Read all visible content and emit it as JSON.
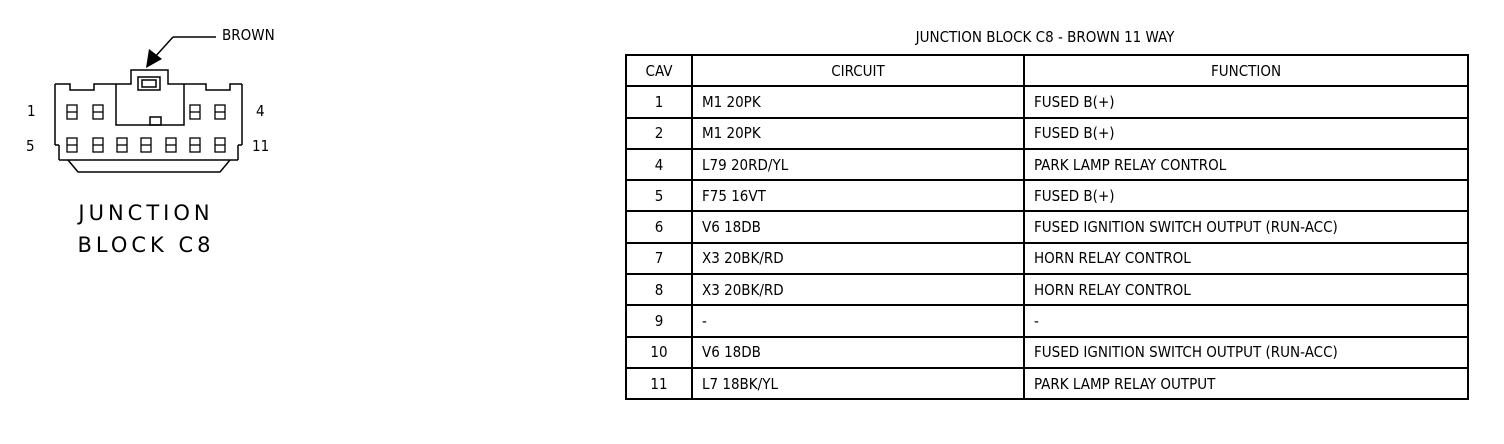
{
  "connector": {
    "color_tag": "BROWN",
    "title_line1": "JUNCTION",
    "title_line2": "BLOCK C8",
    "pin_labels": {
      "top_left": "1",
      "top_right": "4",
      "bottom_left": "5",
      "bottom_right": "11"
    }
  },
  "table": {
    "title": "JUNCTION BLOCK C8 - BROWN 11 WAY",
    "headers": {
      "cav": "CAV",
      "circuit": "CIRCUIT",
      "function": "FUNCTION"
    },
    "rows": [
      {
        "cav": "1",
        "circuit": "M1 20PK",
        "function": "FUSED B(+)"
      },
      {
        "cav": "2",
        "circuit": "M1 20PK",
        "function": "FUSED B(+)"
      },
      {
        "cav": "4",
        "circuit": "L79 20RD/YL",
        "function": "PARK LAMP RELAY CONTROL"
      },
      {
        "cav": "5",
        "circuit": "F75 16VT",
        "function": "FUSED B(+)"
      },
      {
        "cav": "6",
        "circuit": "V6 18DB",
        "function": "FUSED IGNITION SWITCH OUTPUT (RUN-ACC)"
      },
      {
        "cav": "7",
        "circuit": "X3 20BK/RD",
        "function": "HORN RELAY CONTROL"
      },
      {
        "cav": "8",
        "circuit": "X3 20BK/RD",
        "function": "HORN RELAY CONTROL"
      },
      {
        "cav": "9",
        "circuit": "-",
        "function": "-"
      },
      {
        "cav": "10",
        "circuit": "V6 18DB",
        "function": "FUSED IGNITION SWITCH OUTPUT (RUN-ACC)"
      },
      {
        "cav": "11",
        "circuit": "L7 18BK/YL",
        "function": "PARK LAMP RELAY OUTPUT"
      }
    ]
  }
}
